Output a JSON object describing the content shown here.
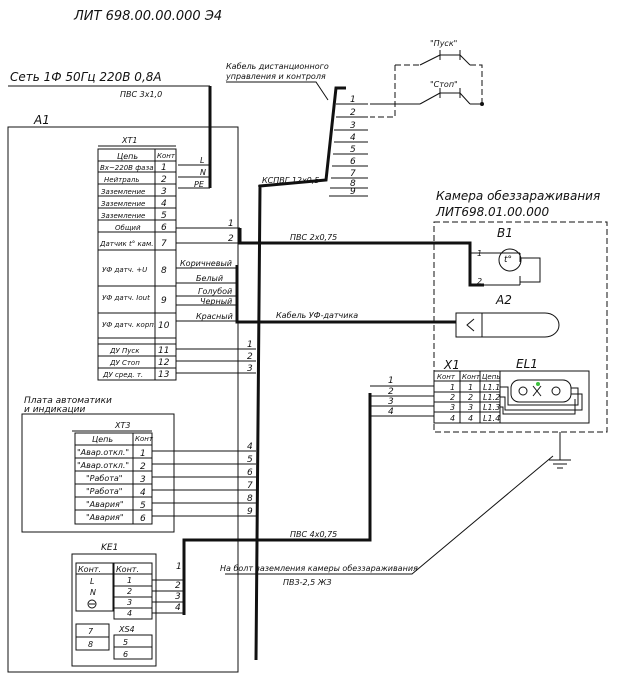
{
  "doc_code": "ЛИТ 698.00.00.000  Э4",
  "network": {
    "label": "Сеть 1Ф 50Гц 220В 0,8А",
    "cable": "ПВС 3х1,0"
  },
  "remote_cable": {
    "line1": "Кабель дистанционного",
    "line2": "управления и контроля",
    "type": "КСПВГ 12х0,5"
  },
  "buttons": {
    "start": "\"Пуск\"",
    "stop": "\"Стоп\""
  },
  "remote_numbers": [
    "1",
    "2",
    "3",
    "4",
    "5",
    "6",
    "7",
    "8",
    "9"
  ],
  "a1": {
    "label": "A1"
  },
  "xt1": {
    "title": "XT1",
    "header": {
      "circuit": "Цепь",
      "contact": "Конт"
    },
    "rows": [
      {
        "name": "Вх~220В фаза",
        "n": "1"
      },
      {
        "name": "Нейтраль",
        "n": "2"
      },
      {
        "name": "Заземление",
        "n": "3"
      },
      {
        "name": "Заземление",
        "n": "4"
      },
      {
        "name": "Заземление",
        "n": "5"
      },
      {
        "name": "Общий",
        "n": "6"
      },
      {
        "name": "Датчик t° кам.",
        "n": "7"
      },
      {
        "name": "УФ датч. +U",
        "n": "8"
      },
      {
        "name": "УФ датч. Iout",
        "n": "9"
      },
      {
        "name": "УФ датч. корп.",
        "n": "10"
      },
      {
        "name": "ДУ Пуск",
        "n": "11"
      },
      {
        "name": "ДУ Стоп",
        "n": "12"
      },
      {
        "name": "ДУ сред. т.",
        "n": "13"
      }
    ],
    "lpe": [
      "L",
      "N",
      "PE"
    ]
  },
  "chamber": {
    "title": "Камера обеззараживания",
    "code": "ЛИТ698.01.00.000"
  },
  "b1": {
    "label": "B1",
    "sym": "t°",
    "pin1": "1",
    "pin2": "2"
  },
  "a2": {
    "label": "A2"
  },
  "el1": {
    "label": "EL1"
  },
  "x1": {
    "label": "X1",
    "header": {
      "c1": "Конт",
      "c2": "Конт",
      "c3": "Цепь"
    },
    "rows": [
      {
        "a": "1",
        "b": "1",
        "c": "L1.1"
      },
      {
        "a": "2",
        "b": "2",
        "c": "L1.2"
      },
      {
        "a": "3",
        "b": "3",
        "c": "L1.3"
      },
      {
        "a": "4",
        "b": "4",
        "c": "L1.4"
      }
    ]
  },
  "wires": {
    "pvs2": "ПВС 2х0,75",
    "uv_cable": "Кабель УФ-датчика",
    "pvs4": "ПВС 4х0,75",
    "colors": [
      "Коричневый",
      "Белый",
      "Голубой",
      "Черный",
      "Красный"
    ]
  },
  "plate": {
    "line1": "Плата автоматики",
    "line2": "и индикации"
  },
  "xt3": {
    "title": "XT3",
    "header": {
      "circuit": "Цепь",
      "contact": "Конт"
    },
    "rows": [
      {
        "name": "\"Авар.откл.\"",
        "n": "1"
      },
      {
        "name": "\"Авар.откл.\"",
        "n": "2"
      },
      {
        "name": "\"Работа\"",
        "n": "3"
      },
      {
        "name": "\"Работа\"",
        "n": "4"
      },
      {
        "name": "\"Авария\"",
        "n": "5"
      },
      {
        "name": "\"Авария\"",
        "n": "6"
      }
    ]
  },
  "ke1": {
    "title": "KE1",
    "left_header": "Конт.",
    "left_rows": [
      "L",
      "N"
    ],
    "right_header": "Конт.",
    "right_rows": [
      "1",
      "2",
      "3",
      "4"
    ],
    "bottom_left": [
      "7",
      "8"
    ],
    "xs4": "XS4",
    "xs4_rows": [
      "5",
      "6"
    ],
    "ext": [
      "1",
      "2",
      "3",
      "4"
    ]
  },
  "ground": {
    "line1": "На болт заземления камеры обеззараживания",
    "line2": "ПВЗ-2,5 ЖЗ"
  }
}
